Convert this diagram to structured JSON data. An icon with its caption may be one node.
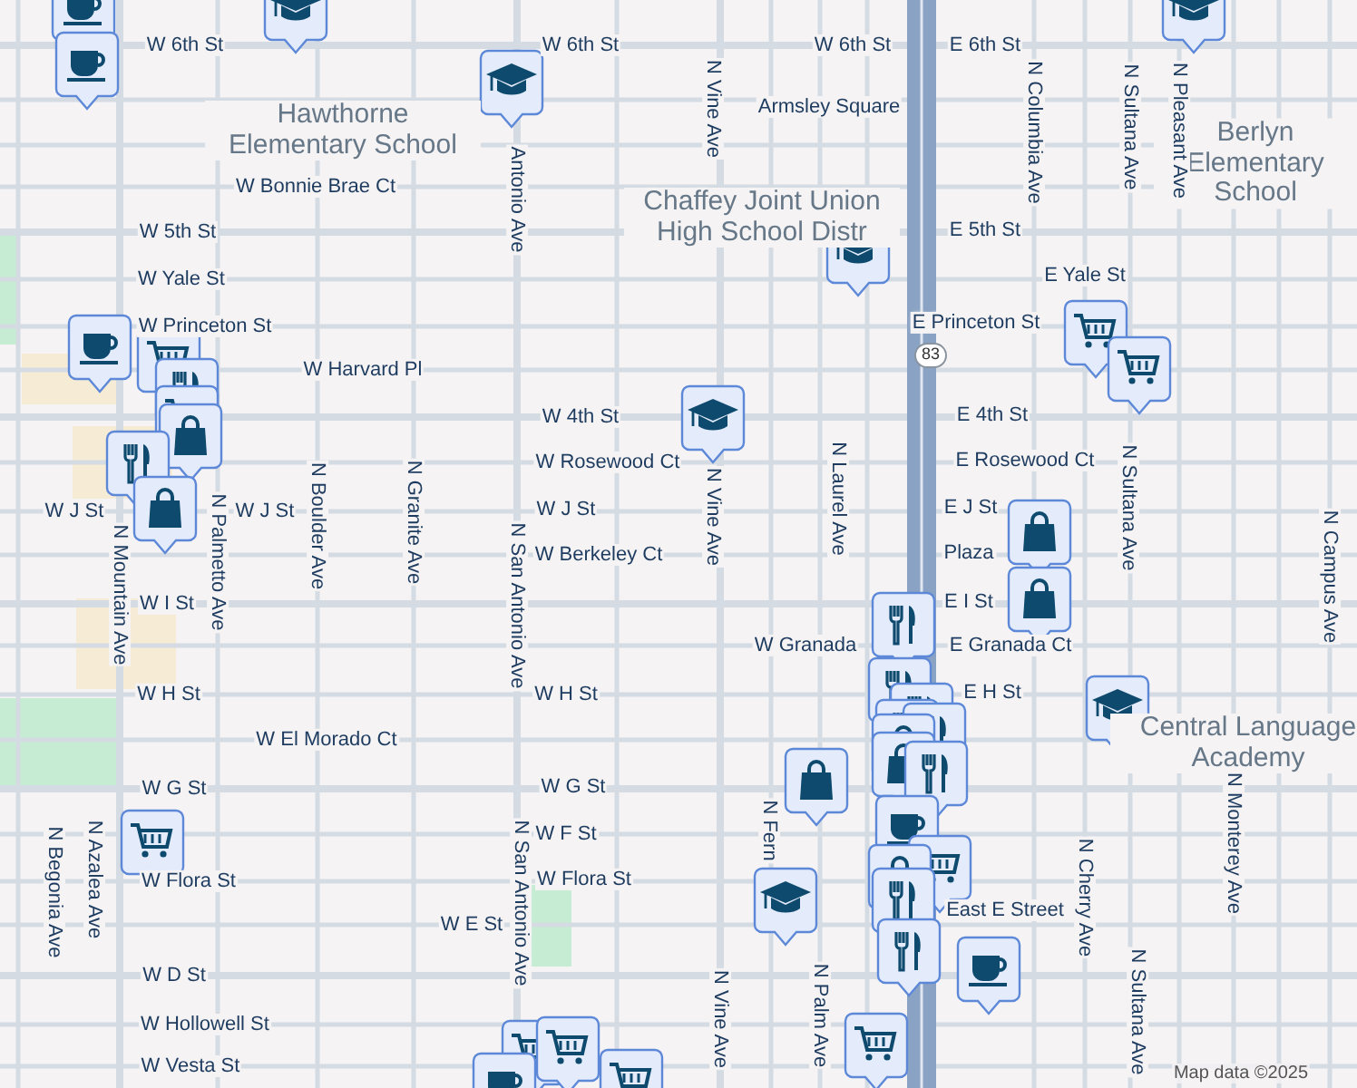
{
  "diagram": {
    "labels": [
      "W 6th St",
      "W 6th St",
      "W 6th St",
      "E 6th St",
      "Armsley Square",
      "Hawthorne Elementary School",
      "Chaffey Joint Union High School Distr",
      "Berlyn Elementary School",
      "W Bonnie Brae Ct",
      "W 5th St",
      "E 5th St",
      "W Yale St",
      "E Yale St",
      "W Princeton St",
      "E Princeton St",
      "W Harvard Pl",
      "W 4th St",
      "E 4th St",
      "W Rosewood Ct",
      "E Rosewood Ct",
      "W J St",
      "W J St",
      "W J St",
      "E J St",
      "W Berkeley Ct",
      "Plaza",
      "W I St",
      "E I St",
      "W Granada",
      "E Granada Ct",
      "W H St",
      "W H St",
      "E H St",
      "W El Morado Ct",
      "W G St",
      "W G St",
      "W F St",
      "W Flora St",
      "W Flora St",
      "W E St",
      "East E Street",
      "W D St",
      "W Hollowell St",
      "W Vesta St",
      "Central Language Academy",
      "Map data ©2025",
      "83",
      "N Mountain Ave",
      "N Palmetto Ave",
      "N Boulder Ave",
      "N Granite Ave",
      "Antonio Ave",
      "N San Antonio Ave",
      "N San Antonio Ave",
      "N Vine Ave",
      "N Vine Ave",
      "N Vine Ave",
      "N Laurel Ave",
      "N Fern",
      "N Palm Ave",
      "N Columbia Ave",
      "N Sultana Ave",
      "N Pleasant Ave",
      "N Sultana Ave",
      "N Sultana Ave",
      "N Cherry Ave",
      "N Monterey Ave",
      "N Campus Ave",
      "N Begonia Ave",
      "N Azalea Ave"
    ]
  }
}
